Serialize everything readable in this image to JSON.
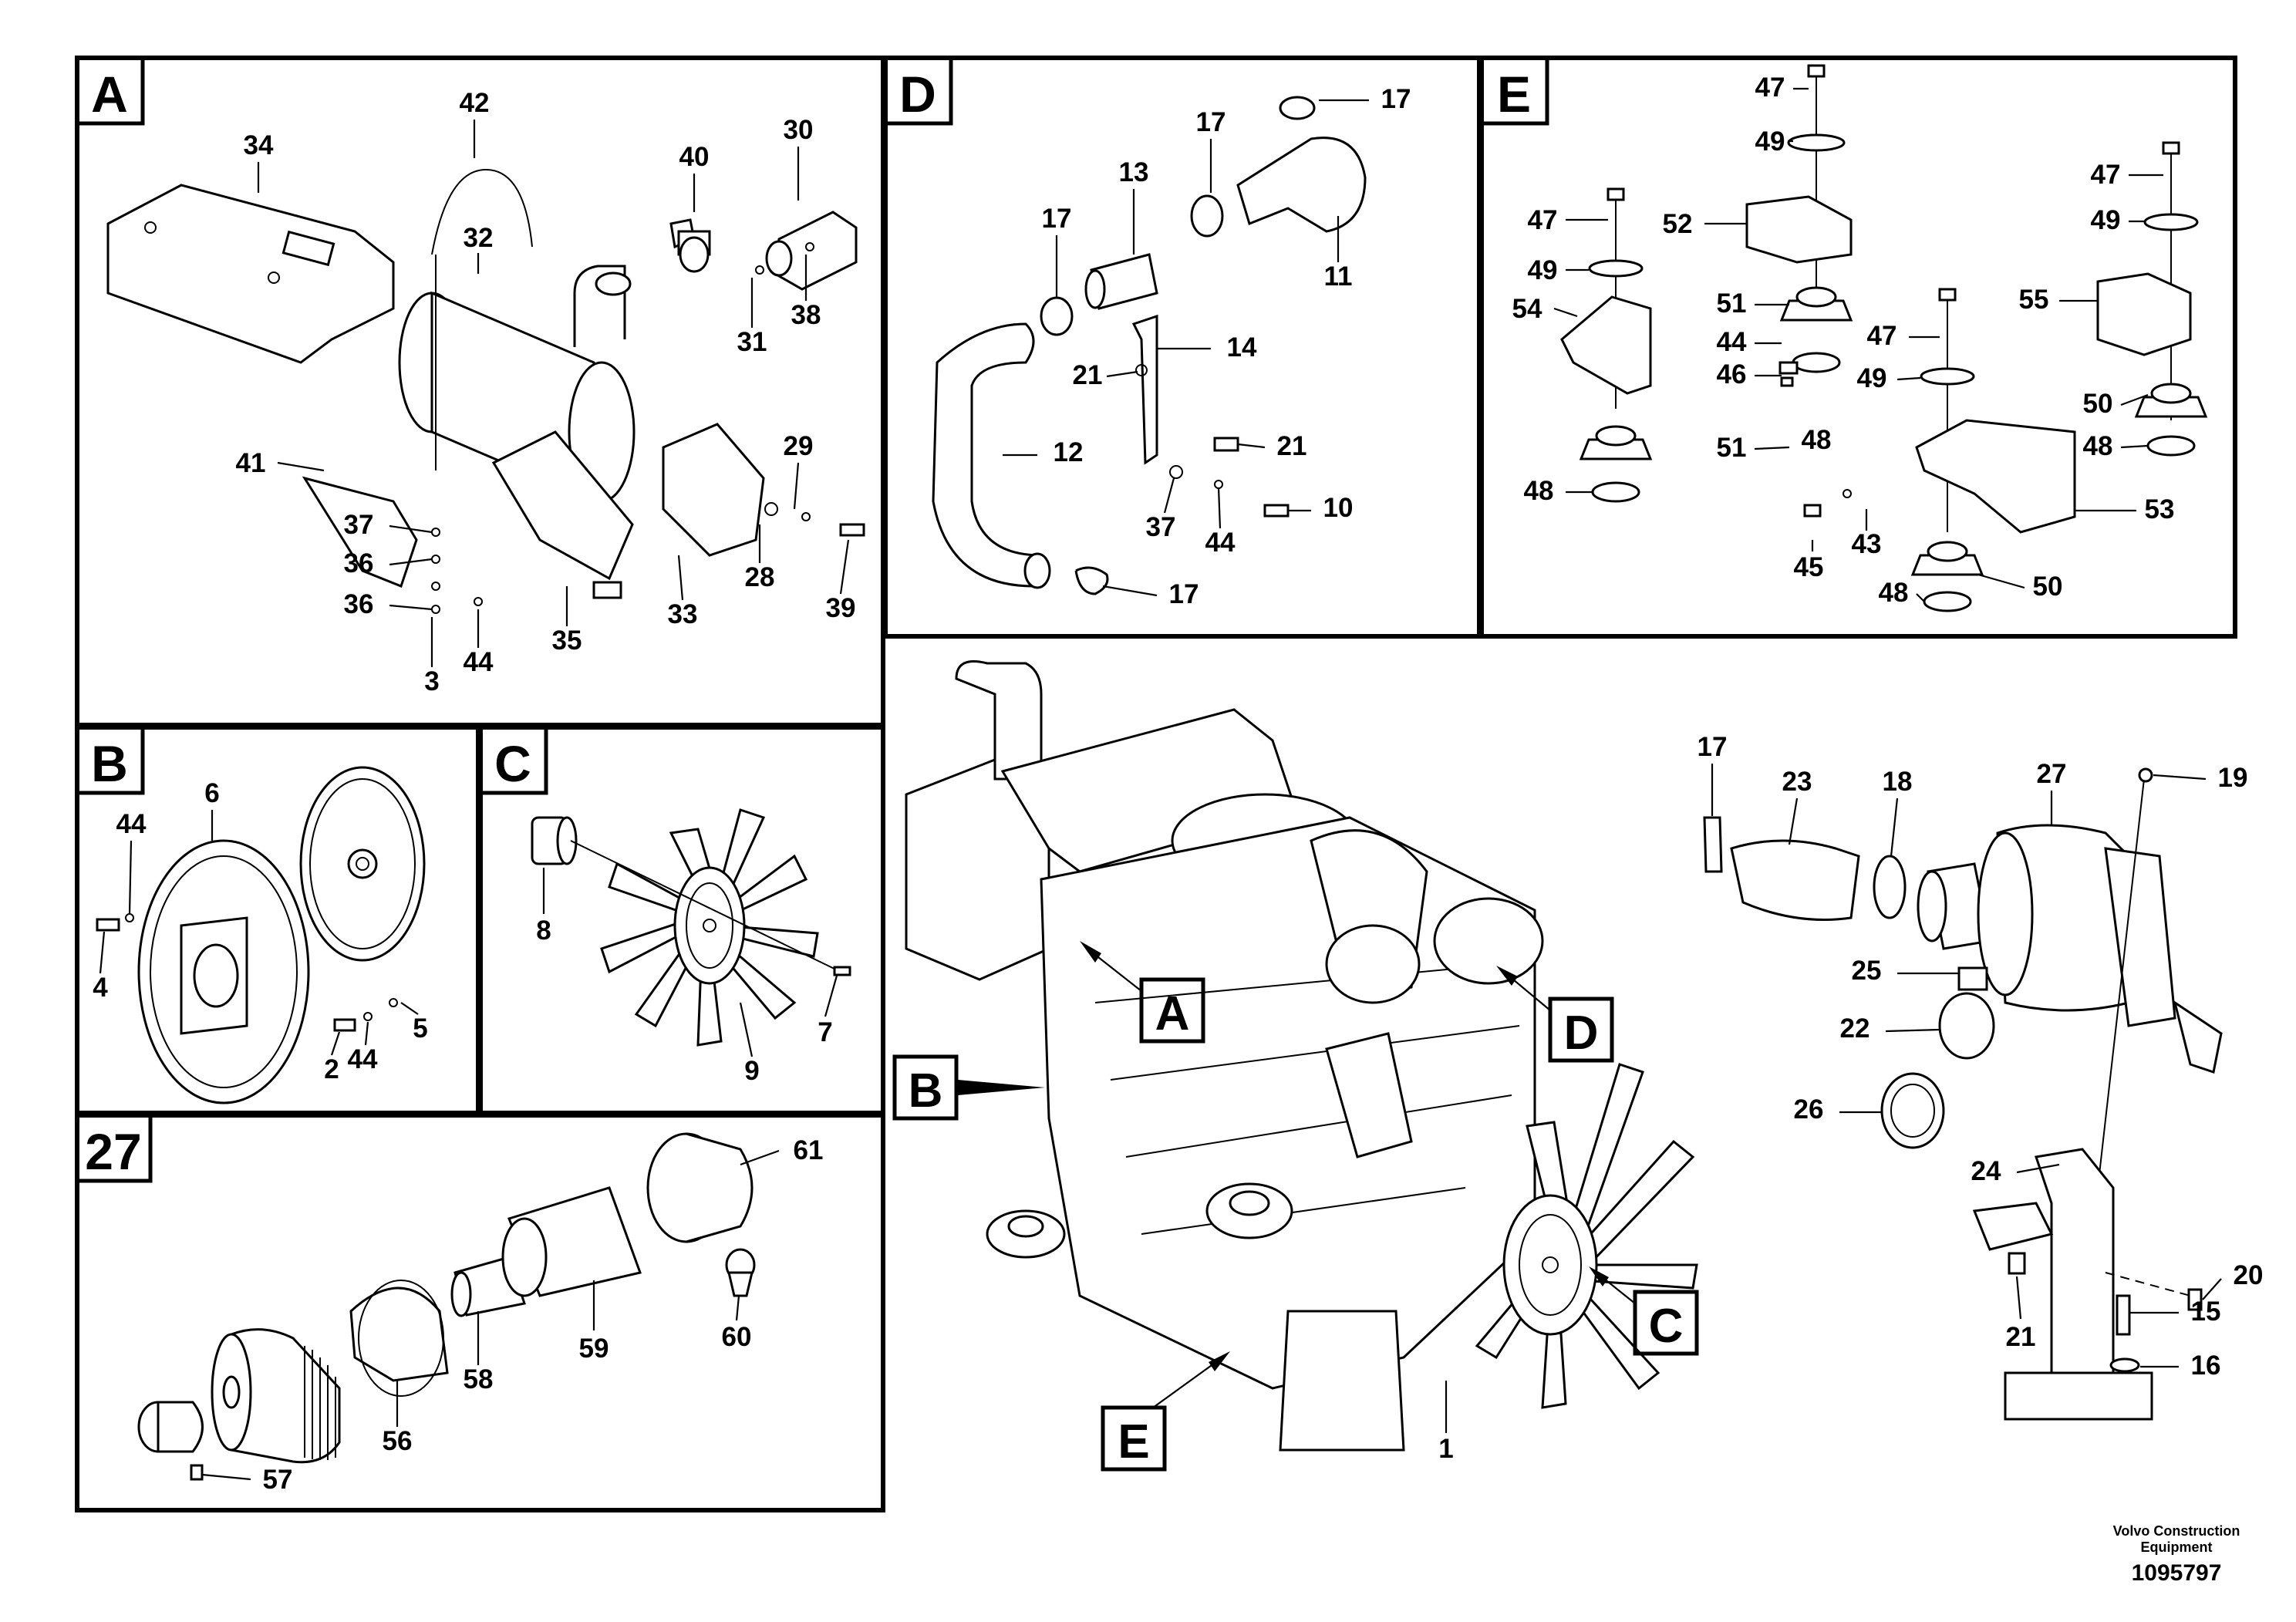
{
  "panels": {
    "A": "A",
    "B": "B",
    "C": "C",
    "D": "D",
    "E": "E",
    "P27": "27"
  },
  "callouts": {
    "A": "A",
    "B": "B",
    "C": "C",
    "D": "D",
    "E": "E"
  },
  "parts": {
    "a34": "34",
    "a42": "42",
    "a32": "32",
    "a40": "40",
    "a30": "30",
    "a31": "31",
    "a38": "38",
    "a41": "41",
    "a37": "37",
    "a36a": "36",
    "a36b": "36",
    "a3": "3",
    "a44": "44",
    "a35": "35",
    "a33": "33",
    "a28": "28",
    "a29": "29",
    "a39": "39",
    "d17a": "17",
    "d17b": "17",
    "d17c": "17",
    "d17d": "17",
    "d13": "13",
    "d11": "11",
    "d14": "14",
    "d21a": "21",
    "d21b": "21",
    "d12": "12",
    "d37": "37",
    "d44": "44",
    "d10": "10",
    "e47a": "47",
    "e49a": "49",
    "e52": "52",
    "e47b": "47",
    "e49b": "49",
    "e54": "54",
    "e51a": "51",
    "e44": "44",
    "e46": "46",
    "e48a": "48",
    "e51b": "51",
    "e48b": "48",
    "e47c": "47",
    "e49c": "49",
    "e55": "55",
    "e47d": "47",
    "e49d": "49",
    "e50a": "50",
    "e48c": "48",
    "e53": "53",
    "e45": "45",
    "e43": "43",
    "e50b": "50",
    "e48d": "48",
    "b6": "6",
    "b44a": "44",
    "b4": "4",
    "b2": "2",
    "b44b": "44",
    "b5": "5",
    "c8": "8",
    "c7": "7",
    "c9": "9",
    "f61": "61",
    "f60": "60",
    "f59": "59",
    "f58": "58",
    "f56": "56",
    "f57": "57",
    "m1": "1",
    "r17": "17",
    "r23": "23",
    "r18": "18",
    "r27": "27",
    "r19": "19",
    "r25": "25",
    "r22": "22",
    "r26": "26",
    "r24": "24",
    "r20": "20",
    "r15": "15",
    "r21": "21",
    "r16": "16"
  },
  "footer": {
    "brand_line1": "Volvo Construction",
    "brand_line2": "Equipment",
    "drawing_number": "1095797"
  }
}
